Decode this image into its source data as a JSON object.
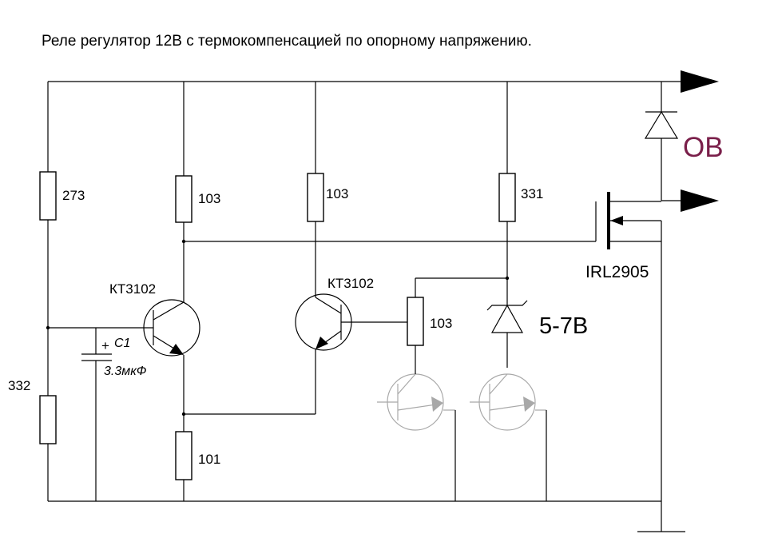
{
  "title": "Реле регулятор 12В с термокомпенсацией по опорному напряжению.",
  "resistors": {
    "r1": "273",
    "r2": "103",
    "r3": "103",
    "r4": "331",
    "r5": "332",
    "r6": "101",
    "r7": "103"
  },
  "transistors": {
    "q1": "КТ3102",
    "q2": "КТ3102"
  },
  "capacitor": {
    "name": "C1",
    "value": "3.3мкФ",
    "polarity": "+"
  },
  "mosfet": "IRL2905",
  "zener": "5-7В",
  "output_label": "ОВ",
  "colors": {
    "wire": "#000000",
    "ghost": "#a8a8a8",
    "output_label": "#7a1f4a"
  }
}
